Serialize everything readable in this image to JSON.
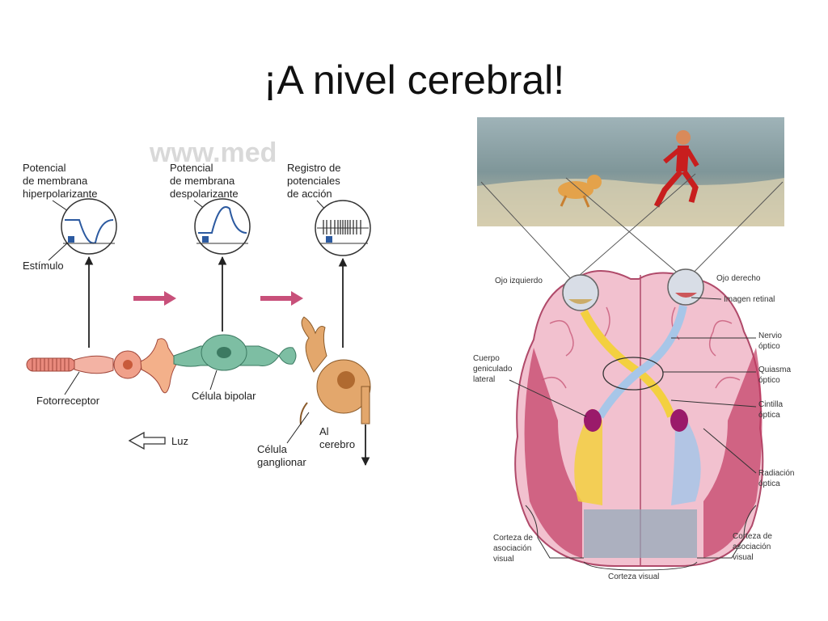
{
  "slide": {
    "title": "¡A nivel cerebral!"
  },
  "retina": {
    "watermark": "www.med",
    "label_hyper": [
      "Potencial",
      "de membrana",
      "hiperpolarizante"
    ],
    "label_depol": [
      "Potencial",
      "de membrana",
      "despolarizante"
    ],
    "label_registro": [
      "Registro de",
      "potenciales",
      "de acción"
    ],
    "estimulo": "Estímulo",
    "fotorreceptor": "Fotorreceptor",
    "bipolar": "Célula bipolar",
    "luz": "Luz",
    "ganglionar": [
      "Célula",
      "ganglionar"
    ],
    "al_cerebro": [
      "Al",
      "cerebro"
    ]
  },
  "brain": {
    "ojo_izq": "Ojo izquierdo",
    "ojo_der": "Ojo derecho",
    "imagen_retinal": "Imagen retinal",
    "nervio": [
      "Nervio",
      "óptico"
    ],
    "cuerpo": [
      "Cuerpo",
      "geniculado",
      "lateral"
    ],
    "quiasma": [
      "Quiasma",
      "óptico"
    ],
    "cintilla": [
      "Cintilla",
      "óptica"
    ],
    "radiacion": [
      "Radiación",
      "óptica"
    ],
    "corteza_izq": [
      "Corteza de",
      "asociación",
      "visual"
    ],
    "corteza_der": [
      "Corteza de",
      "asociación",
      "visual"
    ],
    "corteza_visual": "Corteza visual"
  }
}
